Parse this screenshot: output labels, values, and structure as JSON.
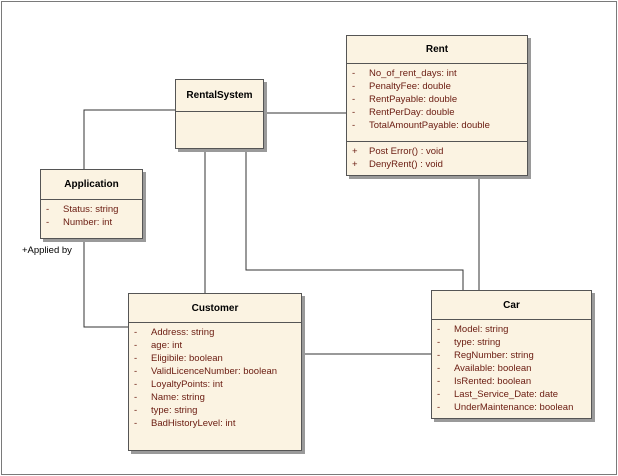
{
  "classes": {
    "rental_system": {
      "name": "RentalSystem",
      "attributes": [],
      "operations": []
    },
    "rent": {
      "name": "Rent",
      "attributes": [
        {
          "vis": "-",
          "text": "No_of_rent_days:  int"
        },
        {
          "vis": "-",
          "text": "PenaltyFee:  double"
        },
        {
          "vis": "-",
          "text": "RentPayable:  double"
        },
        {
          "vis": "-",
          "text": "RentPerDay:  double"
        },
        {
          "vis": "-",
          "text": "TotalAmountPayable:  double"
        }
      ],
      "operations": [
        {
          "vis": "+",
          "text": "Post Error() : void"
        },
        {
          "vis": "+",
          "text": "DenyRent() : void"
        }
      ]
    },
    "application": {
      "name": "Application",
      "attributes": [
        {
          "vis": "-",
          "text": "Status:  string"
        },
        {
          "vis": "-",
          "text": "Number:  int"
        }
      ]
    },
    "customer": {
      "name": "Customer",
      "attributes": [
        {
          "vis": "-",
          "text": "Address:  string"
        },
        {
          "vis": "-",
          "text": "age:  int"
        },
        {
          "vis": "-",
          "text": "Eligibile:  boolean"
        },
        {
          "vis": "-",
          "text": "ValidLicenceNumber:  boolean"
        },
        {
          "vis": "-",
          "text": "LoyaltyPoints:  int"
        },
        {
          "vis": "-",
          "text": "Name:  string"
        },
        {
          "vis": "-",
          "text": "type:  string"
        },
        {
          "vis": "-",
          "text": "BadHistoryLevel:  int"
        }
      ]
    },
    "car": {
      "name": "Car",
      "attributes": [
        {
          "vis": "-",
          "text": "Model:  string"
        },
        {
          "vis": "-",
          "text": "type:  string"
        },
        {
          "vis": "-",
          "text": "RegNumber:  string"
        },
        {
          "vis": "-",
          "text": "Available:  boolean"
        },
        {
          "vis": "-",
          "text": "IsRented:  boolean"
        },
        {
          "vis": "-",
          "text": "Last_Service_Date:  date"
        },
        {
          "vis": "-",
          "text": "UnderMaintenance:  boolean"
        }
      ]
    }
  },
  "association_labels": {
    "applied_by": "+Applied by"
  }
}
